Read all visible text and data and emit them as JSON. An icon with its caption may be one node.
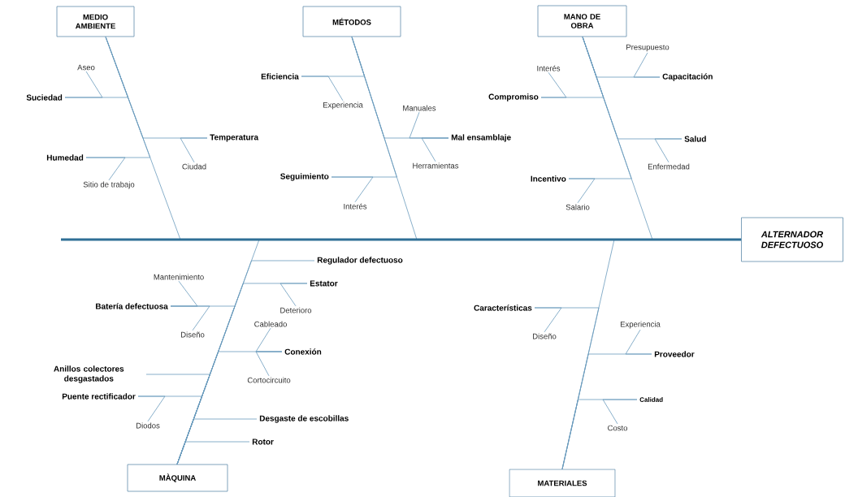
{
  "diagram": {
    "nodes": [
      {
        "text": [
          "MEDIO AMBIENTE"
        ]
      },
      {
        "text": [
          "MÉTODOS"
        ]
      },
      {
        "text": [
          "MANO DE OBRA"
        ]
      },
      {
        "text": [
          "ALTERNADOR DEFECTUOSO"
        ]
      },
      {
        "text": [
          "MÀQUINA"
        ]
      },
      {
        "text": [
          "MATERIALES"
        ]
      },
      {
        "text": [
          "Suciedad"
        ]
      },
      {
        "text": [
          "Aseo"
        ]
      },
      {
        "text": [
          "Temperatura"
        ]
      },
      {
        "text": [
          "Ciudad"
        ]
      },
      {
        "text": [
          "Humedad"
        ]
      },
      {
        "text": [
          "Sitio de trabajo"
        ]
      },
      {
        "text": [
          "Eficiencia"
        ]
      },
      {
        "text": [
          "Experiencia"
        ]
      },
      {
        "text": [
          "Mal ensamblaje"
        ]
      },
      {
        "text": [
          "Manuales"
        ]
      },
      {
        "text": [
          "Herramientas"
        ]
      },
      {
        "text": [
          "Seguimiento"
        ]
      },
      {
        "text": [
          "Interés"
        ]
      },
      {
        "text": [
          "Capacitación"
        ]
      },
      {
        "text": [
          "Presupuesto"
        ]
      },
      {
        "text": [
          "Compromiso"
        ]
      },
      {
        "text": [
          "Interés"
        ]
      },
      {
        "text": [
          "Salud"
        ]
      },
      {
        "text": [
          "Enfermedad"
        ]
      },
      {
        "text": [
          "Incentivo"
        ]
      },
      {
        "text": [
          "Salario"
        ]
      },
      {
        "text": [
          "Regulador defectuoso"
        ]
      },
      {
        "text": [
          "Estator"
        ]
      },
      {
        "text": [
          "Deterioro"
        ]
      },
      {
        "text": [
          "Batería defectuosa"
        ]
      },
      {
        "text": [
          "Mantenimiento"
        ]
      },
      {
        "text": [
          "Diseño"
        ]
      },
      {
        "text": [
          "Conexión"
        ]
      },
      {
        "text": [
          "Cableado"
        ]
      },
      {
        "text": [
          "Cortocircuito"
        ]
      },
      {
        "text": [
          "Anillos colectores desgastados"
        ]
      },
      {
        "text": [
          "Puente rectificador"
        ]
      },
      {
        "text": [
          "Diodos"
        ]
      },
      {
        "text": [
          "Desgaste de escobillas"
        ]
      },
      {
        "text": [
          "Rotor"
        ]
      },
      {
        "text": [
          "Características"
        ]
      },
      {
        "text": [
          "Diseño"
        ]
      },
      {
        "text": [
          "Proveedor"
        ]
      },
      {
        "text": [
          "Experiencia"
        ]
      },
      {
        "text": [
          "Calidad"
        ]
      },
      {
        "text": [
          "Costo"
        ]
      }
    ],
    "edges": [
      {
        "from": null,
        "to": 3,
        "arrow": "none",
        "style": "thick",
        "color": "#2f6f96"
      },
      {
        "from": 0,
        "to": 3,
        "arrow": "none"
      },
      {
        "from": 1,
        "to": 3,
        "arrow": "none"
      },
      {
        "from": 2,
        "to": 3,
        "arrow": "none"
      },
      {
        "from": 4,
        "to": 3,
        "arrow": "none"
      },
      {
        "from": 5,
        "to": 3,
        "arrow": "none"
      },
      {
        "from": 6,
        "to": 0,
        "arrow": "none"
      },
      {
        "from": 7,
        "to": 6,
        "arrow": "none"
      },
      {
        "from": 8,
        "to": 0,
        "arrow": "none"
      },
      {
        "from": 9,
        "to": 8,
        "arrow": "none"
      },
      {
        "from": 10,
        "to": 0,
        "arrow": "none"
      },
      {
        "from": 11,
        "to": 10,
        "arrow": "none"
      },
      {
        "from": 12,
        "to": 1,
        "arrow": "none"
      },
      {
        "from": 13,
        "to": 12,
        "arrow": "none"
      },
      {
        "from": 14,
        "to": 1,
        "arrow": "none"
      },
      {
        "from": 15,
        "to": 14,
        "arrow": "none"
      },
      {
        "from": 16,
        "to": 14,
        "arrow": "none"
      },
      {
        "from": 17,
        "to": 1,
        "arrow": "none"
      },
      {
        "from": 18,
        "to": 17,
        "arrow": "none"
      },
      {
        "from": 19,
        "to": 2,
        "arrow": "none"
      },
      {
        "from": 20,
        "to": 19,
        "arrow": "none"
      },
      {
        "from": 21,
        "to": 2,
        "arrow": "none"
      },
      {
        "from": 22,
        "to": 21,
        "arrow": "none"
      },
      {
        "from": 23,
        "to": 2,
        "arrow": "none"
      },
      {
        "from": 24,
        "to": 23,
        "arrow": "none"
      },
      {
        "from": 25,
        "to": 2,
        "arrow": "none"
      },
      {
        "from": 26,
        "to": 25,
        "arrow": "none"
      },
      {
        "from": 27,
        "to": 4,
        "arrow": "none"
      },
      {
        "from": 28,
        "to": 4,
        "arrow": "none"
      },
      {
        "from": 29,
        "to": 28,
        "arrow": "none"
      },
      {
        "from": 30,
        "to": 4,
        "arrow": "none"
      },
      {
        "from": 31,
        "to": 30,
        "arrow": "none"
      },
      {
        "from": 32,
        "to": 30,
        "arrow": "none"
      },
      {
        "from": 33,
        "to": 4,
        "arrow": "none"
      },
      {
        "from": 34,
        "to": 33,
        "arrow": "none"
      },
      {
        "from": 35,
        "to": 33,
        "arrow": "none"
      },
      {
        "from": 36,
        "to": 4,
        "arrow": "none"
      },
      {
        "from": 37,
        "to": 4,
        "arrow": "none"
      },
      {
        "from": 38,
        "to": 37,
        "arrow": "none"
      },
      {
        "from": 39,
        "to": 4,
        "arrow": "none"
      },
      {
        "from": 40,
        "to": 4,
        "arrow": "none"
      },
      {
        "from": 41,
        "to": 5,
        "arrow": "none"
      },
      {
        "from": 42,
        "to": 41,
        "arrow": "none"
      },
      {
        "from": 43,
        "to": 5,
        "arrow": "none"
      },
      {
        "from": 44,
        "to": 43,
        "arrow": "none"
      },
      {
        "from": 45,
        "to": 5,
        "arrow": "none"
      },
      {
        "from": 46,
        "to": 45,
        "arrow": "none"
      }
    ]
  }
}
